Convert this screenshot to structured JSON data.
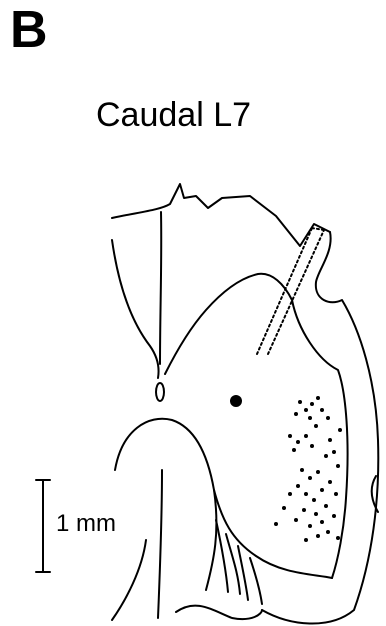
{
  "panel": {
    "letter": "B",
    "title": "Caudal L7"
  },
  "scale_bar": {
    "label": "1 mm"
  },
  "colors": {
    "ink": "#000000",
    "background": "#ffffff"
  }
}
